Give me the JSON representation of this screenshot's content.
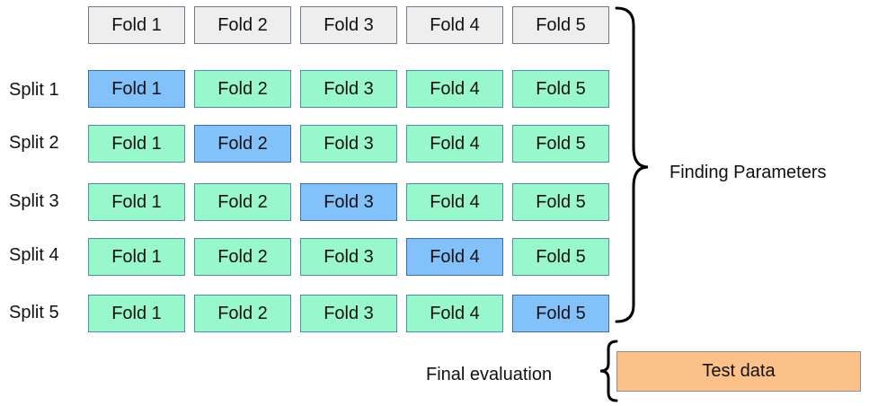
{
  "header_folds": [
    "Fold 1",
    "Fold 2",
    "Fold 3",
    "Fold 4",
    "Fold 5"
  ],
  "splits": [
    {
      "label": "Split 1",
      "folds": [
        "Fold 1",
        "Fold 2",
        "Fold 3",
        "Fold 4",
        "Fold 5"
      ],
      "test_fold_index": 0
    },
    {
      "label": "Split 2",
      "folds": [
        "Fold 1",
        "Fold 2",
        "Fold 3",
        "Fold 4",
        "Fold 5"
      ],
      "test_fold_index": 1
    },
    {
      "label": "Split 3",
      "folds": [
        "Fold 1",
        "Fold 2",
        "Fold 3",
        "Fold 4",
        "Fold 5"
      ],
      "test_fold_index": 2
    },
    {
      "label": "Split 4",
      "folds": [
        "Fold 1",
        "Fold 2",
        "Fold 3",
        "Fold 4",
        "Fold 5"
      ],
      "test_fold_index": 3
    },
    {
      "label": "Split 5",
      "folds": [
        "Fold 1",
        "Fold 2",
        "Fold 3",
        "Fold 4",
        "Fold 5"
      ],
      "test_fold_index": 4
    }
  ],
  "brace_label": "Finding Parameters",
  "final_label": "Final evaluation",
  "test_data_label": "Test data",
  "colors": {
    "header_fill": "#eeeeee",
    "train_fill": "#98f8cc",
    "validation_fill": "#83c1fb",
    "test_data_fill": "#fcc089"
  }
}
